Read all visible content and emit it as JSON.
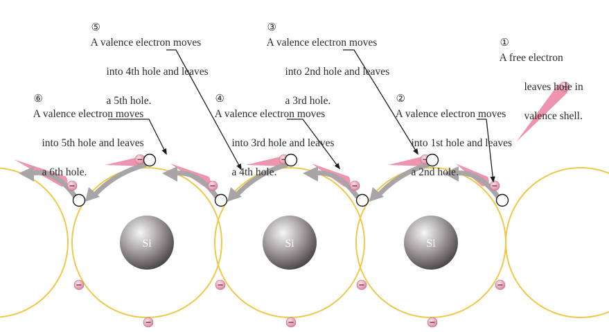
{
  "annotations": [
    {
      "id": "1",
      "number": "①",
      "lines": [
        "A free electron",
        "leaves hole in",
        "valence shell."
      ]
    },
    {
      "id": "2",
      "number": "②",
      "lines": [
        "A valence electron moves",
        "into 1st hole and leaves",
        "a 2nd hole."
      ]
    },
    {
      "id": "3",
      "number": "③",
      "lines": [
        "A valence electron moves",
        "into 2nd hole and leaves",
        "a 3rd hole."
      ]
    },
    {
      "id": "4",
      "number": "④",
      "lines": [
        "A valence electron moves",
        "into 3rd hole and leaves",
        "a 4th hole."
      ]
    },
    {
      "id": "5",
      "number": "⑤",
      "lines": [
        "A valence electron moves",
        "into 4th hole and leaves",
        "a 5th hole."
      ]
    },
    {
      "id": "6",
      "number": "⑥",
      "lines": [
        "A valence electron moves",
        "into 5th hole and leaves",
        "a 6th hole."
      ]
    }
  ],
  "atoms": [
    {
      "symbol": "Si"
    },
    {
      "symbol": "Si"
    },
    {
      "symbol": "Si"
    }
  ],
  "electron_sign": "−",
  "colors": {
    "orbit": "#efc84a",
    "electron": "#e8a0b4",
    "trail": "#e23d6e",
    "arrow": "#a9a4a6",
    "atom_light": "#f6f6f6",
    "atom_dark": "#3f3a3c",
    "text": "#2a2a2a"
  }
}
